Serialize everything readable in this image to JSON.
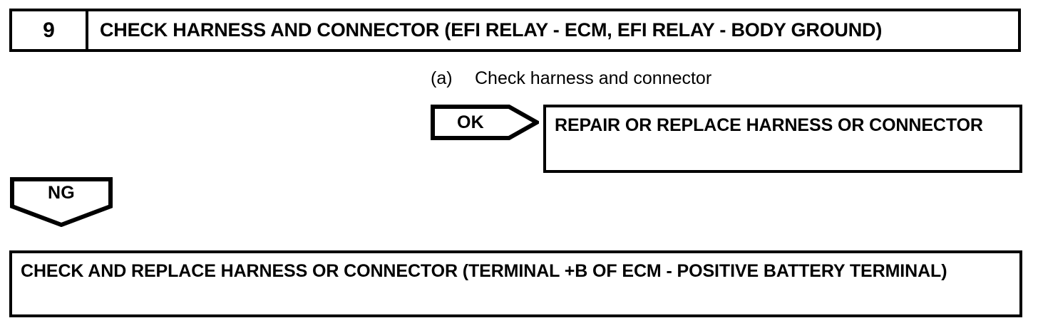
{
  "document": {
    "type": "diagnostic-flowchart",
    "colors": {
      "ink": "#000000",
      "background": "#ffffff"
    }
  },
  "step_header": {
    "number": "9",
    "title": "CHECK HARNESS AND CONNECTOR (EFI RELAY - ECM, EFI RELAY - BODY GROUND)"
  },
  "substep": {
    "marker": "(a)",
    "text": "Check harness and connector"
  },
  "branches": {
    "ok": {
      "label": "OK",
      "target": "repair-box"
    },
    "ng": {
      "label": "NG",
      "target": "bottom-box"
    }
  },
  "repair_box": {
    "text": "REPAIR OR REPLACE HARNESS OR CONNECTOR"
  },
  "bottom_box": {
    "text": "CHECK AND REPLACE HARNESS OR CONNECTOR (TERMINAL +B OF ECM - POSITIVE BATTERY TERMINAL)"
  }
}
